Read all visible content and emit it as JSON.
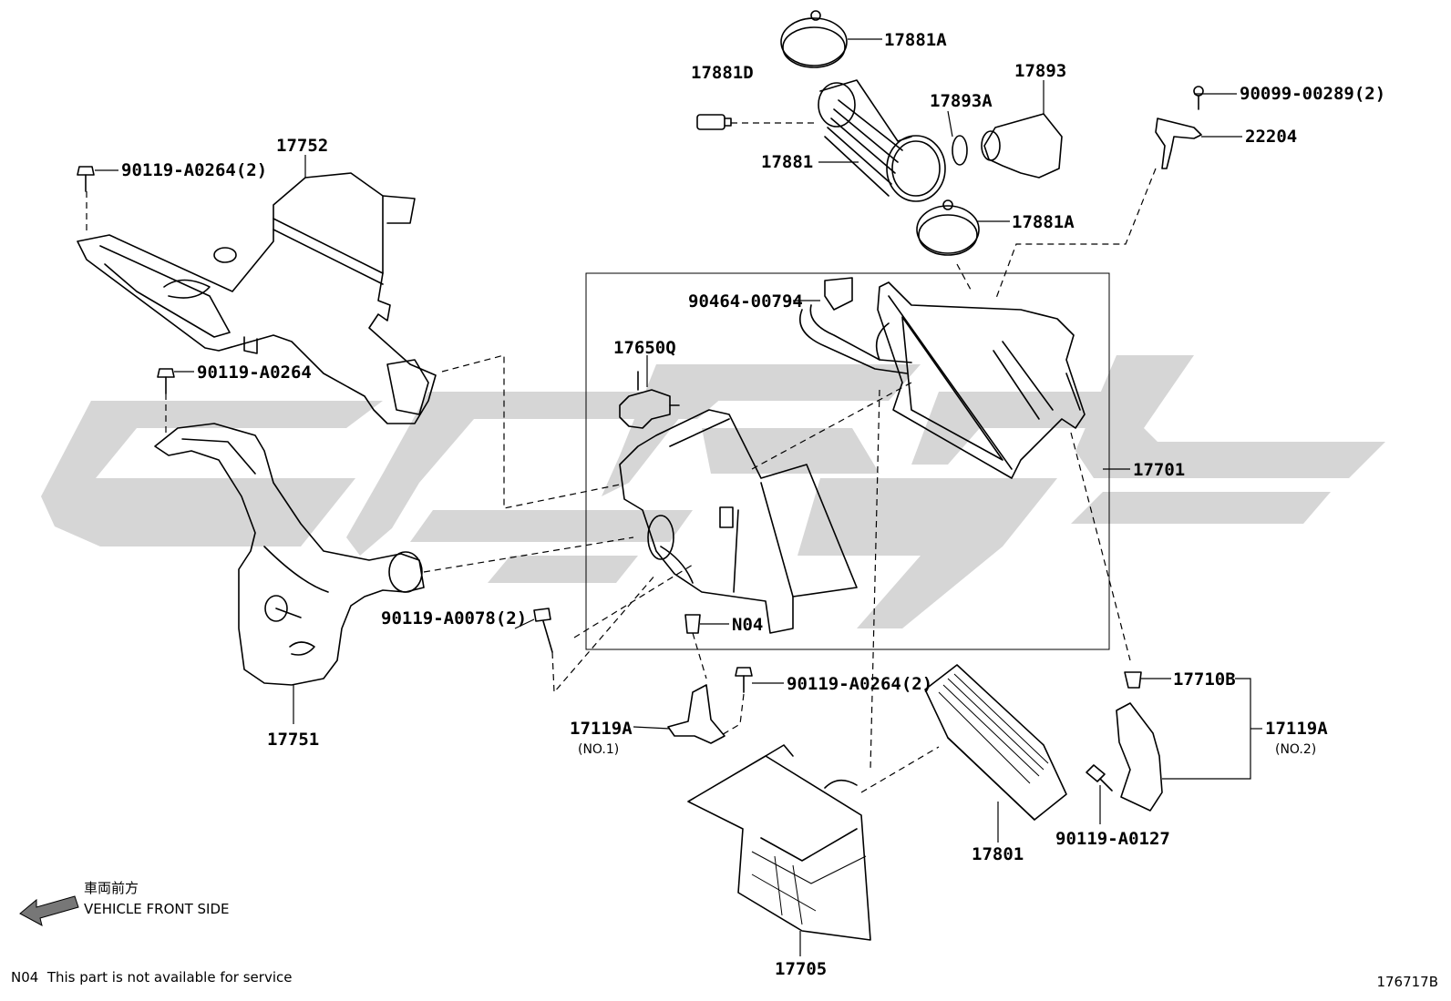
{
  "labels": {
    "p17881A_top": "17881A",
    "p17881D": "17881D",
    "p17893": "17893",
    "p17893A": "17893A",
    "p90099": "90099-00289(2)",
    "p22204": "22204",
    "p17881": "17881",
    "p17881A_mid": "17881A",
    "p17752": "17752",
    "p90119_A0264_2_top": "90119-A0264(2)",
    "p90119_A0264": "90119-A0264",
    "p90464": "90464-00794",
    "p17650Q": "17650Q",
    "p17701": "17701",
    "p90119_A0078": "90119-A0078(2)",
    "pN04": "N04",
    "p17751": "17751",
    "p90119_A0264_2_mid": "90119-A0264(2)",
    "p17119A_left": "17119A",
    "p17119A_left_sub": "(NO.1)",
    "p17710B": "17710B",
    "p17119A_right": "17119A",
    "p17119A_right_sub": "(NO.2)",
    "p90119_A0127": "90119-A0127",
    "p17801": "17801",
    "p17705": "17705"
  },
  "direction": {
    "jp": "車両前方",
    "en": "VEHICLE FRONT SIDE"
  },
  "footnote": "N04  This part is not available for service",
  "figure_id": "176717B",
  "colors": {
    "watermark": "#d6d6d6",
    "line": "#000000"
  }
}
